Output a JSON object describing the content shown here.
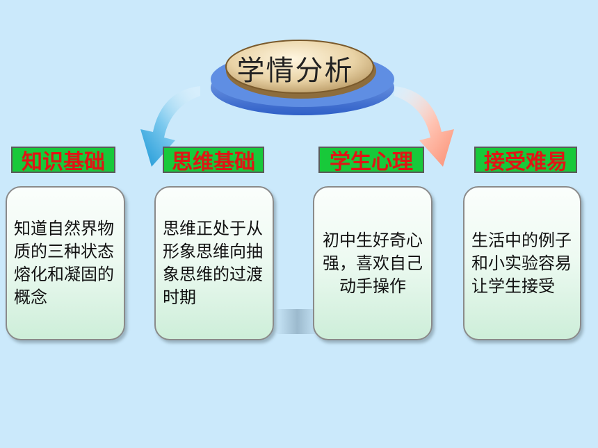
{
  "title": "学情分析",
  "categories": [
    {
      "label": "知识基础",
      "body": "知道自然界物质的三种状态熔化和凝固的概念"
    },
    {
      "label": "思维基础",
      "body": "思维正处于从形象思维向抽象思维的过渡时期"
    },
    {
      "label": "学生心理",
      "body": "初中生好奇心强，喜欢自己动手操作"
    },
    {
      "label": "接受难易",
      "body": "生活中的例子和小实验容易让学生接受"
    }
  ],
  "colors": {
    "background": "#cbe9fb",
    "label_fill": "#18c93a",
    "label_text": "#e01515",
    "disc_blue": "#3f75d8",
    "disc_tan": "#d8bf8c",
    "arrow_left": "#29a4dd",
    "arrow_right": "#fb9f86"
  },
  "icons": {
    "left_arrow": "curved-arrow-down-left-icon",
    "right_arrow": "curved-arrow-down-right-icon"
  }
}
